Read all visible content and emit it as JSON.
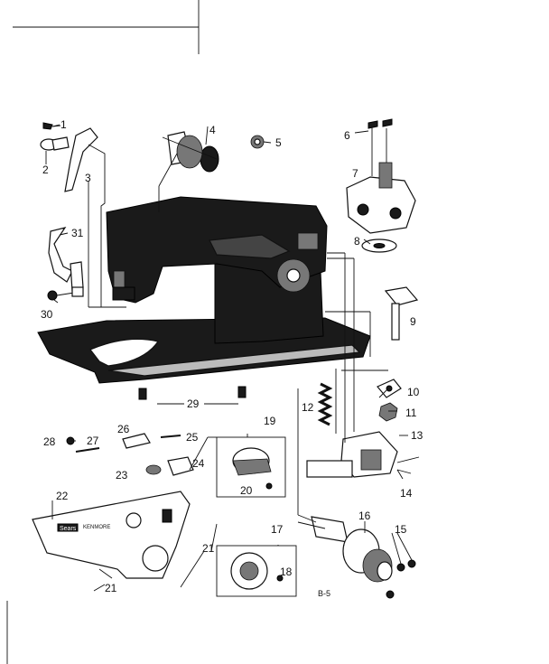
{
  "callouts": {
    "c1": "1",
    "c2": "2",
    "c3": "3",
    "c4": "4",
    "c5": "5",
    "c6": "6",
    "c7": "7",
    "c8": "8",
    "c9": "9",
    "c10": "10",
    "c11": "11",
    "c12": "12",
    "c13": "13",
    "c14": "14",
    "c15": "15",
    "c16": "16",
    "c17": "17",
    "c18": "18",
    "c19": "19",
    "c20": "20",
    "c21a": "21",
    "c21b": "21",
    "c22": "22",
    "c23": "23",
    "c24": "24",
    "c25": "25",
    "c26": "26",
    "c27": "27",
    "c28": "28",
    "c29": "29",
    "c30": "30",
    "c31": "31"
  },
  "plate_text": {
    "brand": "Sears",
    "model": "KENMORE"
  },
  "figure_ref": "B-5",
  "colors": {
    "ink": "#111111",
    "paper": "#ffffff"
  }
}
